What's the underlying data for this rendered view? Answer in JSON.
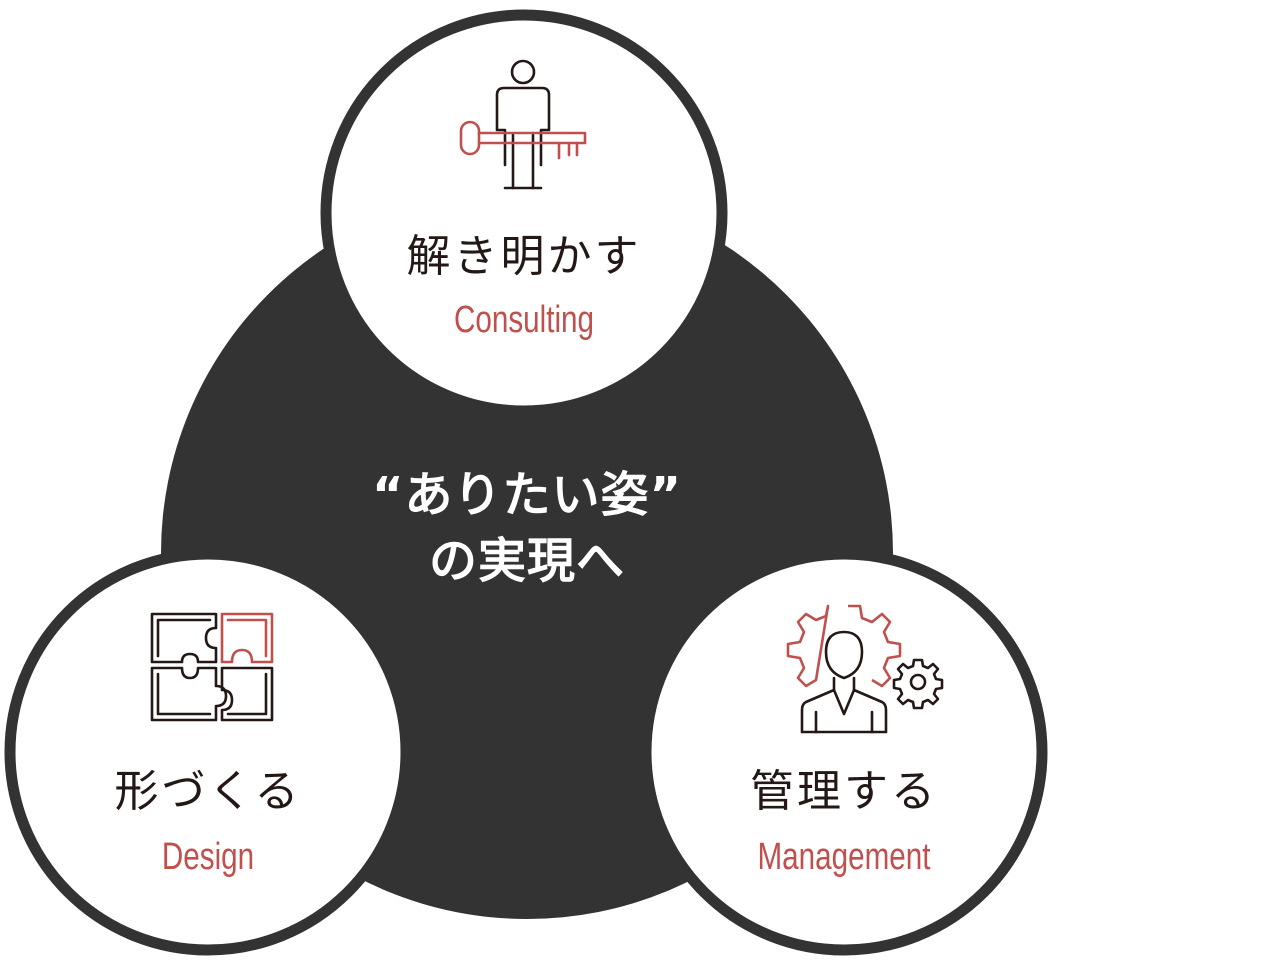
{
  "center": {
    "line1": "“ありたい姿”",
    "line2": "の実現へ"
  },
  "consulting": {
    "title": "解き明かす",
    "subtitle": "Consulting",
    "icon": "person-key-icon"
  },
  "design": {
    "title": "形づくる",
    "subtitle": "Design",
    "icon": "puzzle-icon"
  },
  "management": {
    "title": "管理する",
    "subtitle": "Management",
    "icon": "person-gears-icon"
  },
  "colors": {
    "dark": "#333333",
    "accent": "#c0504d",
    "text": "#231815",
    "ring": "#333333"
  }
}
